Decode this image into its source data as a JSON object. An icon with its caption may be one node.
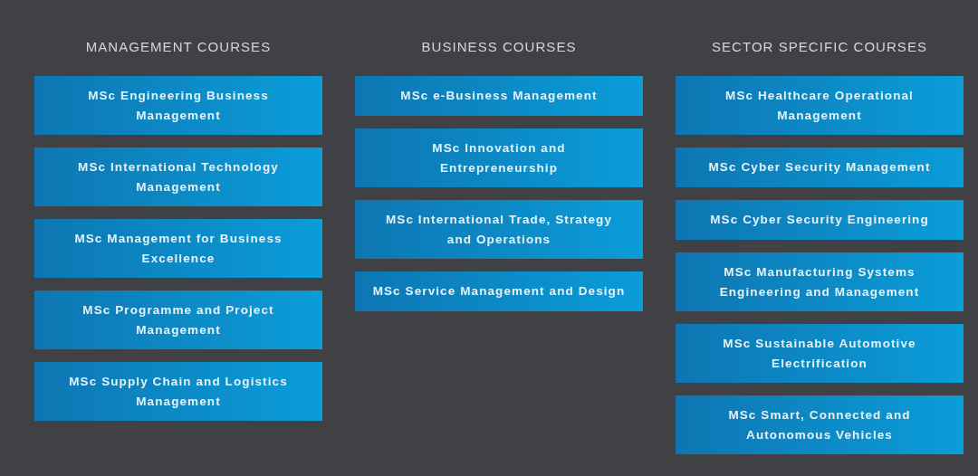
{
  "diagram": {
    "nodes": [
      {
        "text": [
          "MSc Engineering Business Management"
        ]
      },
      {
        "text": [
          "MSc International Technology Management"
        ]
      },
      {
        "text": [
          "MSc Management for Business Excellence"
        ]
      },
      {
        "text": [
          "MSc Programme and Project Management"
        ]
      },
      {
        "text": [
          "MSc Supply Chain and Logistics Management"
        ]
      },
      {
        "text": [
          "MSc e-Business Management"
        ]
      },
      {
        "text": [
          "MSc Innovation and Entrepreneurship"
        ]
      },
      {
        "text": [
          "MSc International Trade, Strategy and Operations"
        ]
      },
      {
        "text": [
          "MSc Service Management and Design"
        ]
      },
      {
        "text": [
          "MSc Healthcare Operational Management"
        ]
      },
      {
        "text": [
          "MSc Cyber Security Management"
        ]
      },
      {
        "text": [
          "MSc Cyber Security Engineering"
        ]
      },
      {
        "text": [
          "MSc Manufacturing Systems Engineering and Management"
        ]
      },
      {
        "text": [
          "MSc Sustainable Automotive Electrification"
        ]
      },
      {
        "text": [
          "MSc Smart, Connected and Autonomous Vehicles"
        ]
      }
    ],
    "edges": [],
    "labels": [
      "MANAGEMENT COURSES",
      "BUSINESS COURSES",
      "SECTOR SPECIFIC COURSES"
    ]
  }
}
